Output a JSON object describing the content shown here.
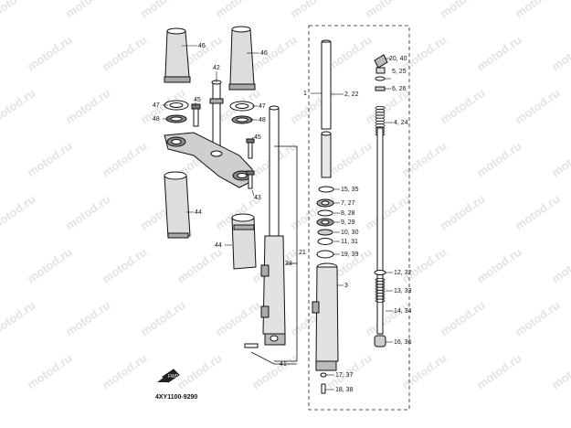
{
  "watermark": "motod.ru",
  "diagram_code": "4XY1100-9290",
  "fwd_label": "FWD",
  "callouts": {
    "c46a": "46",
    "c46b": "46",
    "c42": "42",
    "c45a": "45",
    "c47a": "47",
    "c48a": "48",
    "c47b": "47",
    "c48b": "48",
    "c45b": "45",
    "c43": "43",
    "c44a": "44",
    "c44b": "44",
    "c21": "21",
    "c23": "23",
    "c41": "41",
    "c1": "1",
    "c2_22": "2, 22",
    "c15_35": "15, 35",
    "c7_27": "7, 27",
    "c8_28": "8, 28",
    "c9_29": "9, 29",
    "c10_30": "10, 30",
    "c11_31": "11, 31",
    "c19_39": "19, 39",
    "c3": "3",
    "c17_37": "17, 37",
    "c18_38": "18, 38",
    "c20_40": "20, 40",
    "c5_25": "5, 25",
    "c6_26": "6, 26",
    "c4_24": "4, 24",
    "c12_32": "12, 32",
    "c13_33": "13, 33",
    "c14_34": "14, 34",
    "c16_36": "16, 36"
  }
}
